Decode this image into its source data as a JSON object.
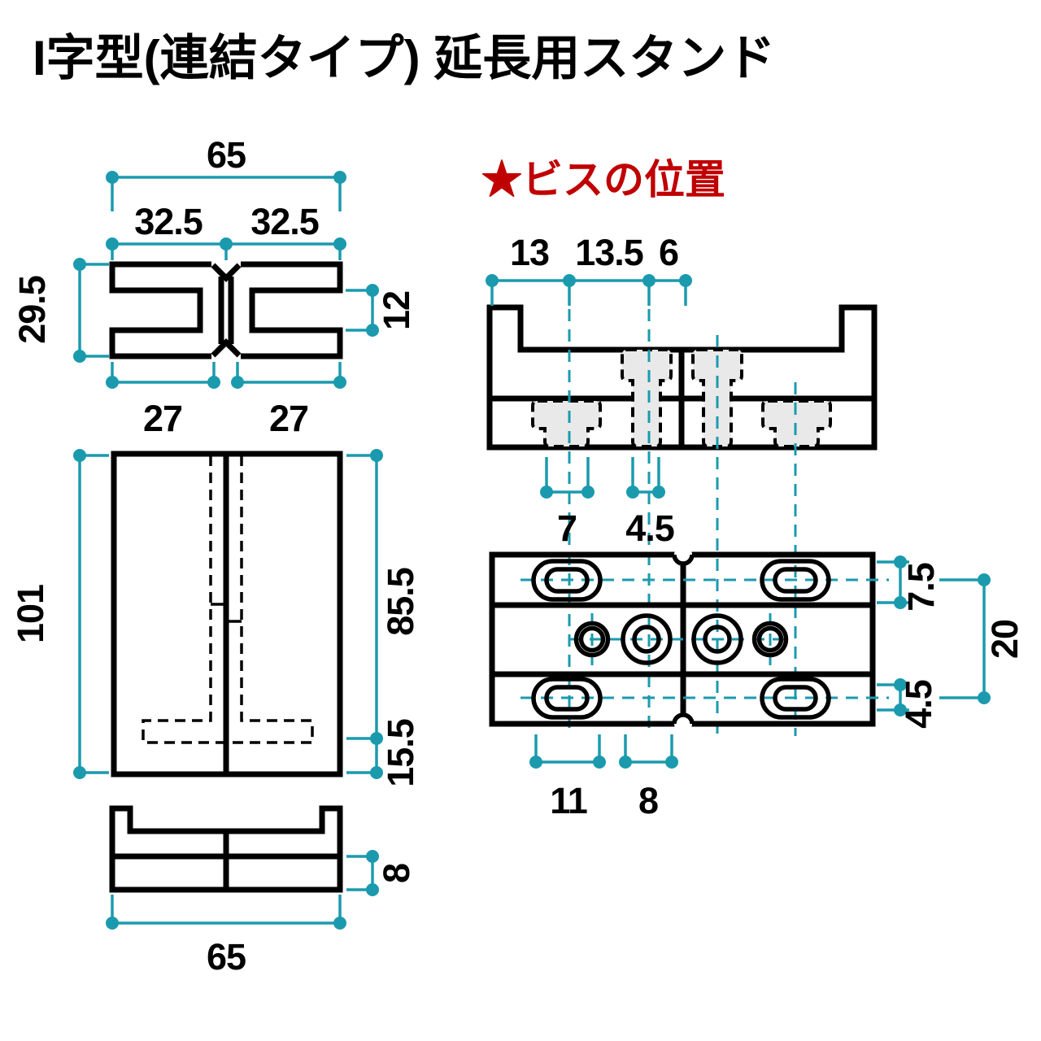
{
  "title": "I字型(連結タイプ) 延長用スタンド",
  "screw_section_label": "★ビスの位置",
  "colors": {
    "accent_teal": "#1b9aae",
    "legend_red": "#c00000",
    "line_black": "#000000",
    "screw_gray": "#e9e9e9"
  },
  "dims": {
    "top_view": {
      "total_width": "65",
      "left_half": "32.5",
      "right_half": "32.5",
      "depth": "29.5",
      "slot_height": "12",
      "left_piece": "27",
      "right_piece": "27"
    },
    "front_view": {
      "total_height": "101",
      "body_height": "85.5",
      "foot_height": "15.5"
    },
    "side_view": {
      "base_thickness": "8",
      "total_width": "65"
    },
    "screw_side": {
      "edge_to_first": "13",
      "first_to_second": "13.5",
      "second_to_center": "6",
      "outer_screw_width": "7",
      "shaft_width": "4.5"
    },
    "screw_top": {
      "slot_top_offset": "7.5",
      "row_pitch": "20",
      "slot_inner_height": "4.5",
      "slot_length": "11",
      "hole_diameter": "8"
    }
  }
}
